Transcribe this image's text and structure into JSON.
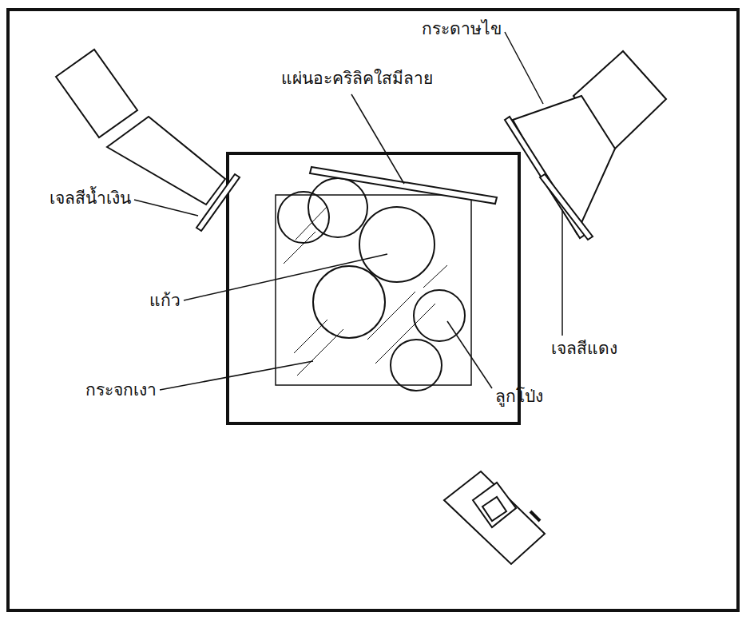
{
  "diagram": {
    "labels": [
      "กระดาษไข",
      "แผ่นอะคริลิคใสมีลาย",
      "เจลสีน้ำเงิน",
      "แก้ว",
      "เจลสีแดง",
      "ลูกโป่ง",
      "กระจกเงา"
    ]
  }
}
